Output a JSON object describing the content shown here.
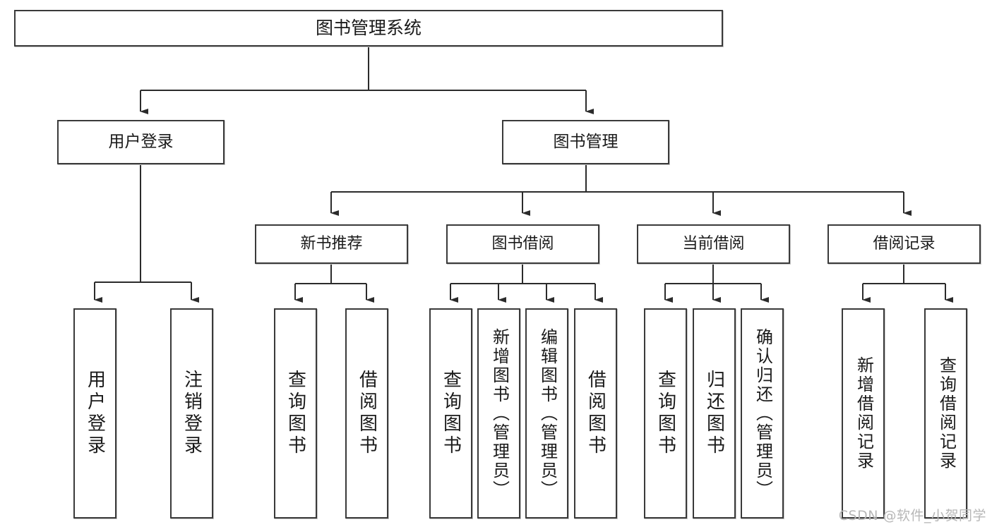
{
  "diagram": {
    "type": "tree-hierarchy",
    "title": "图书管理系统",
    "watermark": "CSDN @软件_小贺同学",
    "colors": {
      "box_border": "#3a3a3a",
      "box_fill": "#ffffff",
      "connector": "#2b2b2b",
      "background": "#ffffff",
      "watermark": "#b7b7b7"
    },
    "root": {
      "label": "图书管理系统"
    },
    "level2": [
      {
        "label": "用户登录"
      },
      {
        "label": "图书管理"
      }
    ],
    "level3": [
      {
        "label": "新书推荐"
      },
      {
        "label": "图书借阅"
      },
      {
        "label": "当前借阅"
      },
      {
        "label": "借阅记录"
      }
    ],
    "leaves": {
      "user_login": [
        {
          "label": "用户登录"
        },
        {
          "label": "注销登录"
        }
      ],
      "new_book_recommend": [
        {
          "label": "查询图书"
        },
        {
          "label": "借阅图书"
        }
      ],
      "book_borrow": [
        {
          "label": "查询图书"
        },
        {
          "label": "新增图书（管理员）"
        },
        {
          "label": "编辑图书（管理员）"
        },
        {
          "label": "借阅图书"
        }
      ],
      "current_borrow": [
        {
          "label": "查询图书"
        },
        {
          "label": "归还图书"
        },
        {
          "label": "确认归还（管理员）"
        }
      ],
      "borrow_record": [
        {
          "label": "新增借阅记录"
        },
        {
          "label": "查询借阅记录"
        }
      ]
    }
  }
}
